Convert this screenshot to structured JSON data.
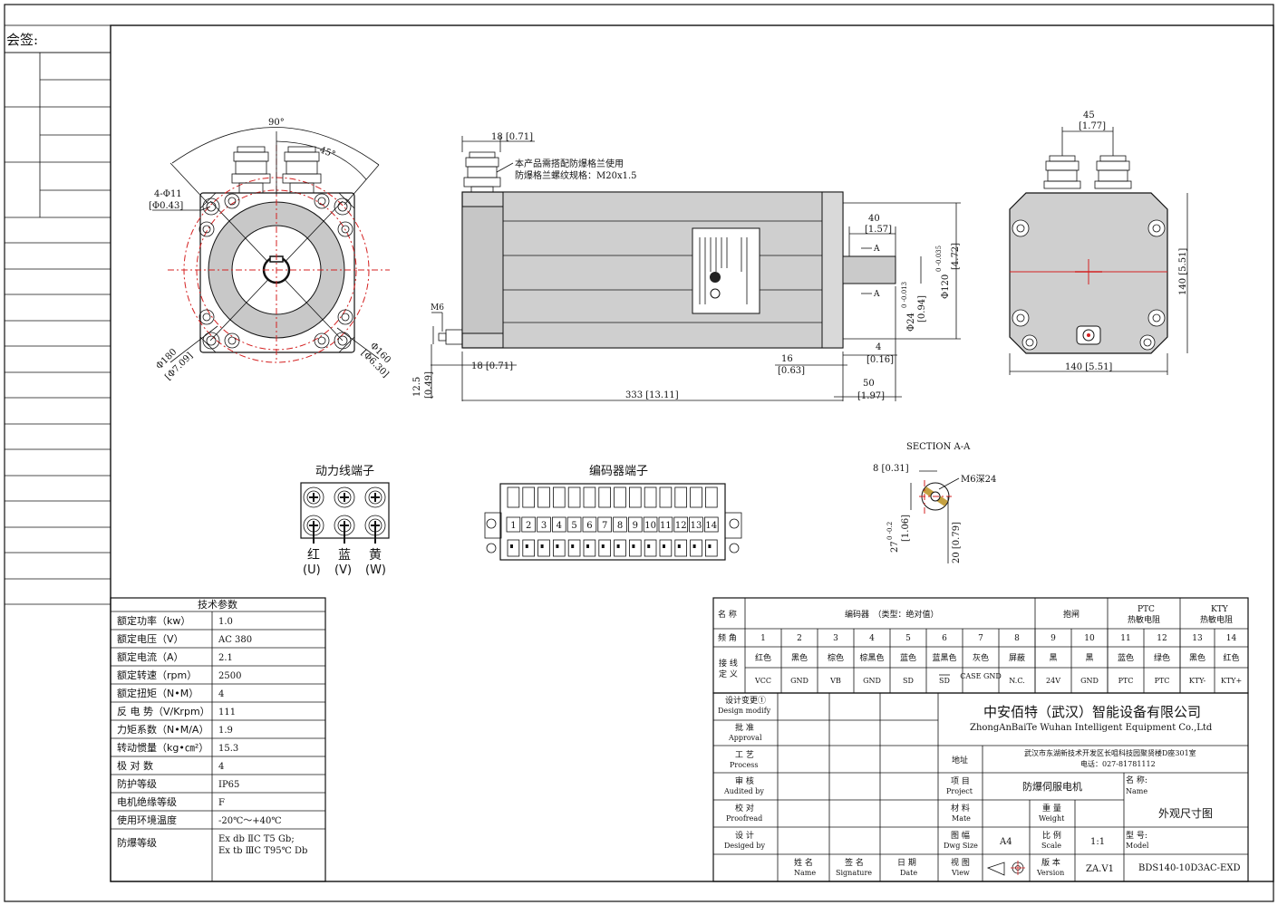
{
  "sidebar": {
    "countersign_label": "会签:"
  },
  "front_view": {
    "dim_angle_90": "90°",
    "dim_angle_45": "45°",
    "dim_holes": "4-Φ11",
    "dim_holes_in": "[Φ0.43]",
    "dim_phi180": "Φ180",
    "dim_phi180_in": "[Φ7.09]",
    "dim_phi160": "Φ160",
    "dim_phi160_in": "[Φ6.30]"
  },
  "side_view": {
    "dim_top": "18 [0.71]",
    "note_line1": "本产品需搭配防爆格兰使用",
    "note_line2": "防爆格兰螺纹规格：M20x1.5",
    "dim_40": "40",
    "dim_40_in": "[1.57]",
    "section_mark": "A",
    "dim_phi120": "Φ120",
    "dim_phi120_tol": "0 -0.035",
    "dim_phi120_in": "[4.72]",
    "dim_phi24": "Φ24",
    "dim_phi24_tol": "0 -0.013",
    "dim_phi24_in": "[0.94]",
    "dim_m6": "M6",
    "dim_4": "4",
    "dim_4_in": "[0.16]",
    "dim_16": "16",
    "dim_16_in": "[0.63]",
    "dim_18_bottom": "18 [0.71]",
    "dim_12_5": "12.5",
    "dim_12_5_in": "[0.49]",
    "dim_50": "50",
    "dim_50_in": "[1.97]",
    "dim_333": "333 [13.11]"
  },
  "rear_view": {
    "dim_45": "45",
    "dim_45_in": "[1.77]",
    "dim_140_v": "140 [5.51]",
    "dim_140_h": "140 [5.51]"
  },
  "section": {
    "title": "SECTION A-A",
    "dim_8": "8 [0.31]",
    "dim_m6": "M6深24",
    "dim_27": "27",
    "dim_27_tol": "0 -0.2",
    "dim_27_in": "[1.06]",
    "dim_20": "20 [0.79]"
  },
  "power_terminal": {
    "title": "动力线端子",
    "labels": [
      "红",
      "蓝",
      "黄"
    ],
    "codes": [
      "(U)",
      "(V)",
      "(W)"
    ]
  },
  "encoder_terminal": {
    "title": "编码器端子",
    "pins": [
      "1",
      "2",
      "3",
      "4",
      "5",
      "6",
      "7",
      "8",
      "9",
      "10",
      "11",
      "12",
      "13",
      "14"
    ]
  },
  "tech_params": {
    "title": "技术参数",
    "rows": [
      {
        "name": "额定功率（kw）",
        "value": "1.0"
      },
      {
        "name": "额定电压（V）",
        "value": "AC 380"
      },
      {
        "name": "额定电流（A）",
        "value": "2.1"
      },
      {
        "name": "额定转速（rpm）",
        "value": "2500"
      },
      {
        "name": "额定扭矩（N•M）",
        "value": "4"
      },
      {
        "name": "反 电 势（V/Krpm）",
        "value": "111"
      },
      {
        "name": "力矩系数（N•M/A）",
        "value": "1.9"
      },
      {
        "name": "转动惯量（kg•㎝²）",
        "value": "15.3"
      },
      {
        "name": "极 对 数",
        "value": "4"
      },
      {
        "name": "防护等级",
        "value": "IP65"
      },
      {
        "name": "电机绝缘等级",
        "value": "F"
      },
      {
        "name": "使用环境温度",
        "value": "-20℃～+40℃"
      },
      {
        "name": "防爆等级",
        "value": "Ex db ⅡC T5 Gb;",
        "value2": "Ex tb ⅢC T95℃ Db"
      }
    ]
  },
  "pin_table": {
    "col_name_label": "名 称",
    "encoder_label": "编码器　（类型：绝对值）",
    "brake_label": "抱闸",
    "ptc_label": "PTC",
    "ptc_sub": "热敏电阻",
    "kty_label": "KTY",
    "kty_sub": "热敏电阻",
    "pin_row_label": "频 角",
    "wire_label_1": "接 线",
    "wire_label_2": "定 义",
    "pins": [
      "1",
      "2",
      "3",
      "4",
      "5",
      "6",
      "7",
      "8",
      "9",
      "10",
      "11",
      "12",
      "13",
      "14"
    ],
    "colors": [
      "红色",
      "黑色",
      "棕色",
      "棕黑色",
      "蓝色",
      "蓝黑色",
      "灰色",
      "屏蔽",
      "黑",
      "黑",
      "蓝色",
      "绿色",
      "黑色",
      "红色"
    ],
    "signals": [
      "VCC",
      "GND",
      "VB",
      "GND",
      "SD",
      "SD",
      "CASE GND",
      "N.C.",
      "24V",
      "GND",
      "PTC",
      "PTC",
      "KTY-",
      "KTY+"
    ]
  },
  "title_block": {
    "design_modify": "设计变更①",
    "design_modify_en": "Design modify",
    "approval": "批 准",
    "approval_en": "Approval",
    "process": "工 艺",
    "process_en": "Process",
    "audited": "审 核",
    "audited_en": "Audited by",
    "proofread": "校 对",
    "proofread_en": "Proofread",
    "designed": "设 计",
    "designed_en": "Desiged by",
    "name_cn": "姓 名",
    "name_en": "Name",
    "sign_cn": "签 名",
    "sign_en": "Signature",
    "date_cn": "日 期",
    "date_en": "Date",
    "view_cn": "视 图",
    "view_en": "View",
    "company_cn": "中安佰特（武汉）智能设备有限公司",
    "company_en": "ZhongAnBaiTe Wuhan Intelligent Equipment Co.,Ltd",
    "address_label": "地址",
    "address_line1": "武汉市东湖新技术开发区长咀科技园聚贤楼D座301室",
    "address_line2": "电话：027-81781112",
    "project_cn": "项 目",
    "project_en": "Project",
    "project_value": "防爆伺服电机",
    "name_label_cn": "名 称:",
    "name_label_en": "Name",
    "name_value": "外观尺寸图",
    "material_cn": "材 料",
    "material_en": "Mate",
    "weight_cn": "重 量",
    "weight_en": "Weight",
    "size_cn": "图 幅",
    "size_en": "Dwg Size",
    "size_value": "A4",
    "scale_cn": "比 例",
    "scale_en": "Scale",
    "scale_value": "1:1",
    "model_cn": "型 号:",
    "model_en": "Model",
    "model_value": "BDS140-10D3AC-EXD",
    "version_cn": "版 本",
    "version_en": "Version",
    "version_value": "ZA.V1"
  }
}
